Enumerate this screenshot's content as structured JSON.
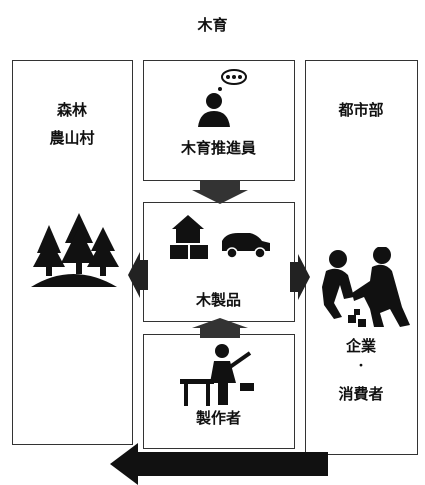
{
  "title": "木育",
  "left_panel": {
    "line1": "森林",
    "line2": "農山村"
  },
  "right_panel": {
    "line1": "都市部",
    "line2": "企業",
    "dot": "・",
    "line3": "消費者"
  },
  "center": {
    "top_label": "木育推進員",
    "middle_label": "木製品",
    "bottom_label": "製作者"
  },
  "colors": {
    "ink": "#111111",
    "border": "#333333",
    "background": "#ffffff"
  }
}
